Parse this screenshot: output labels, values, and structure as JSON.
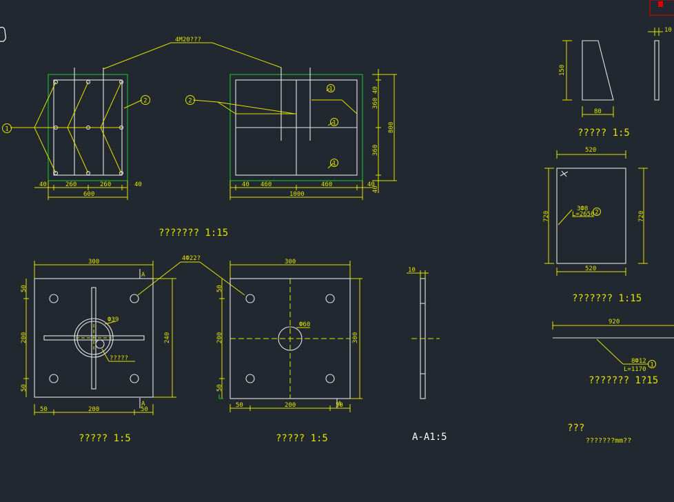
{
  "labels": {
    "bolt_note": "4M20???",
    "anchor_note": "4Ф22?",
    "d39": "Ф39",
    "d60": "Ф60",
    "weld_note": "?????",
    "rebar_a": "3Ф8",
    "rebar_b": "L=2650",
    "rebar_c": "8Ф12",
    "rebar_d": "L=1170",
    "section_a": "A",
    "circ1": "1",
    "circ2": "2"
  },
  "captions": {
    "main": "???????  1:15",
    "plan_a": "?????  1:5",
    "plan_b": "?????  1:5",
    "section": "A-A1:5",
    "rib": "?????  1:5",
    "slab": "???????  1:15",
    "bar": "???????  1?15",
    "note_title": "???",
    "note_body": "???????mm??"
  },
  "dims": {
    "d40a": "40",
    "d260a": "260",
    "d260b": "260",
    "d40b": "40",
    "d600": "600",
    "d40c": "40",
    "d460a": "460",
    "d460b": "460",
    "d40d": "40",
    "d1000": "1000",
    "d40e": "40",
    "d360a": "360",
    "d360b": "360",
    "d40f": "40",
    "d800": "800",
    "d300a": "300",
    "d50a": "50",
    "d200a": "200",
    "d50b": "50",
    "d240": "240",
    "d50c": "50",
    "d200b": "200",
    "d50d": "50",
    "d300b": "300",
    "d50e": "50",
    "d200c": "200",
    "d50f": "50",
    "d300c": "300",
    "d50g": "50",
    "d200d": "200",
    "d50h": "50",
    "d10a": "10",
    "d10b": "10",
    "d150": "150",
    "d80": "80",
    "d520a": "520",
    "d720a": "720",
    "d720b": "720",
    "d520b": "520",
    "d920": "920"
  },
  "colors": {
    "background": "#212830",
    "geometry": "#e6e6e6",
    "annotation": "#e3e300",
    "formwork": "#1fae2a",
    "marker": "#e00000"
  },
  "icons": {
    "cursor": "hand-cursor-icon",
    "corner": "viewcube-marker-icon"
  }
}
